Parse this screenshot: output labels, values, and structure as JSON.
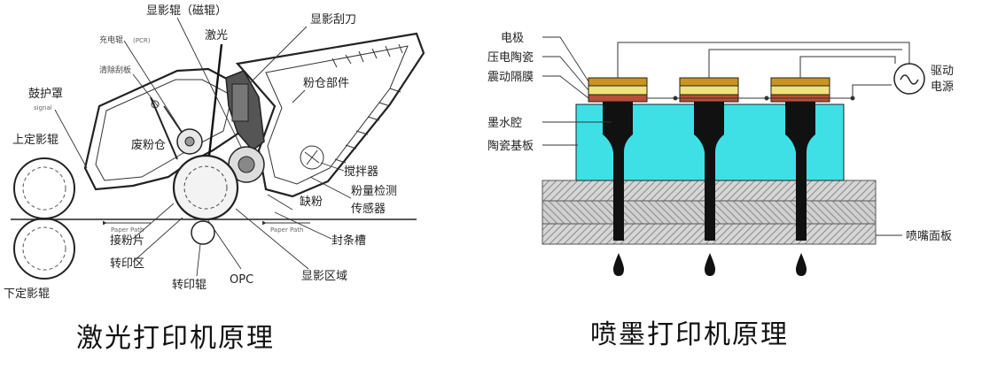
{
  "laser": {
    "caption": "激光打印机原理",
    "labels": {
      "developer_roller": "显影辊（磁辊）",
      "laser": "激光",
      "doctor_blade": "显影刮刀",
      "charge_roller": "充电辊",
      "charge_roller_sub": "(PCR)",
      "cleaning_blade": "清除刮板",
      "drum_cover": "鼓护罩",
      "drum_cover_sub": "signal",
      "waste_hopper": "废粉仓",
      "toner_hopper": "粉仓部件",
      "upper_fuser": "上定影辊",
      "lower_fuser": "下定影辊",
      "stirrer": "搅拌器",
      "toner_sensor_1": "粉量检测",
      "toner_sensor_2": "传感器",
      "low_toner": "缺粉",
      "seal_strip": "封条槽",
      "pickup_piece": "接粉片",
      "transfer_area": "转印区",
      "transfer_roller": "转印辊",
      "opc": "OPC",
      "develop_area": "显影区域",
      "paper_path_1": "Paper Path",
      "paper_path_2": "Paper Path"
    }
  },
  "inkjet": {
    "caption": "喷墨打印机原理",
    "labels": {
      "electrode": "电极",
      "piezo": "压电陶瓷",
      "diaphragm": "震动隔膜",
      "ink_chamber": "墨水腔",
      "ceramic_substrate": "陶瓷基板",
      "nozzle_plate": "喷嘴面板",
      "drive_power_1": "驱动",
      "drive_power_2": "电源"
    }
  },
  "colors": {
    "substrate": "#3ee0e6",
    "electrode": "#c9951f",
    "piezo": "#f1e27a",
    "diaphragm": "#b84f36",
    "ink": "#111111",
    "nozzle_plate": "#cfcfcf"
  }
}
